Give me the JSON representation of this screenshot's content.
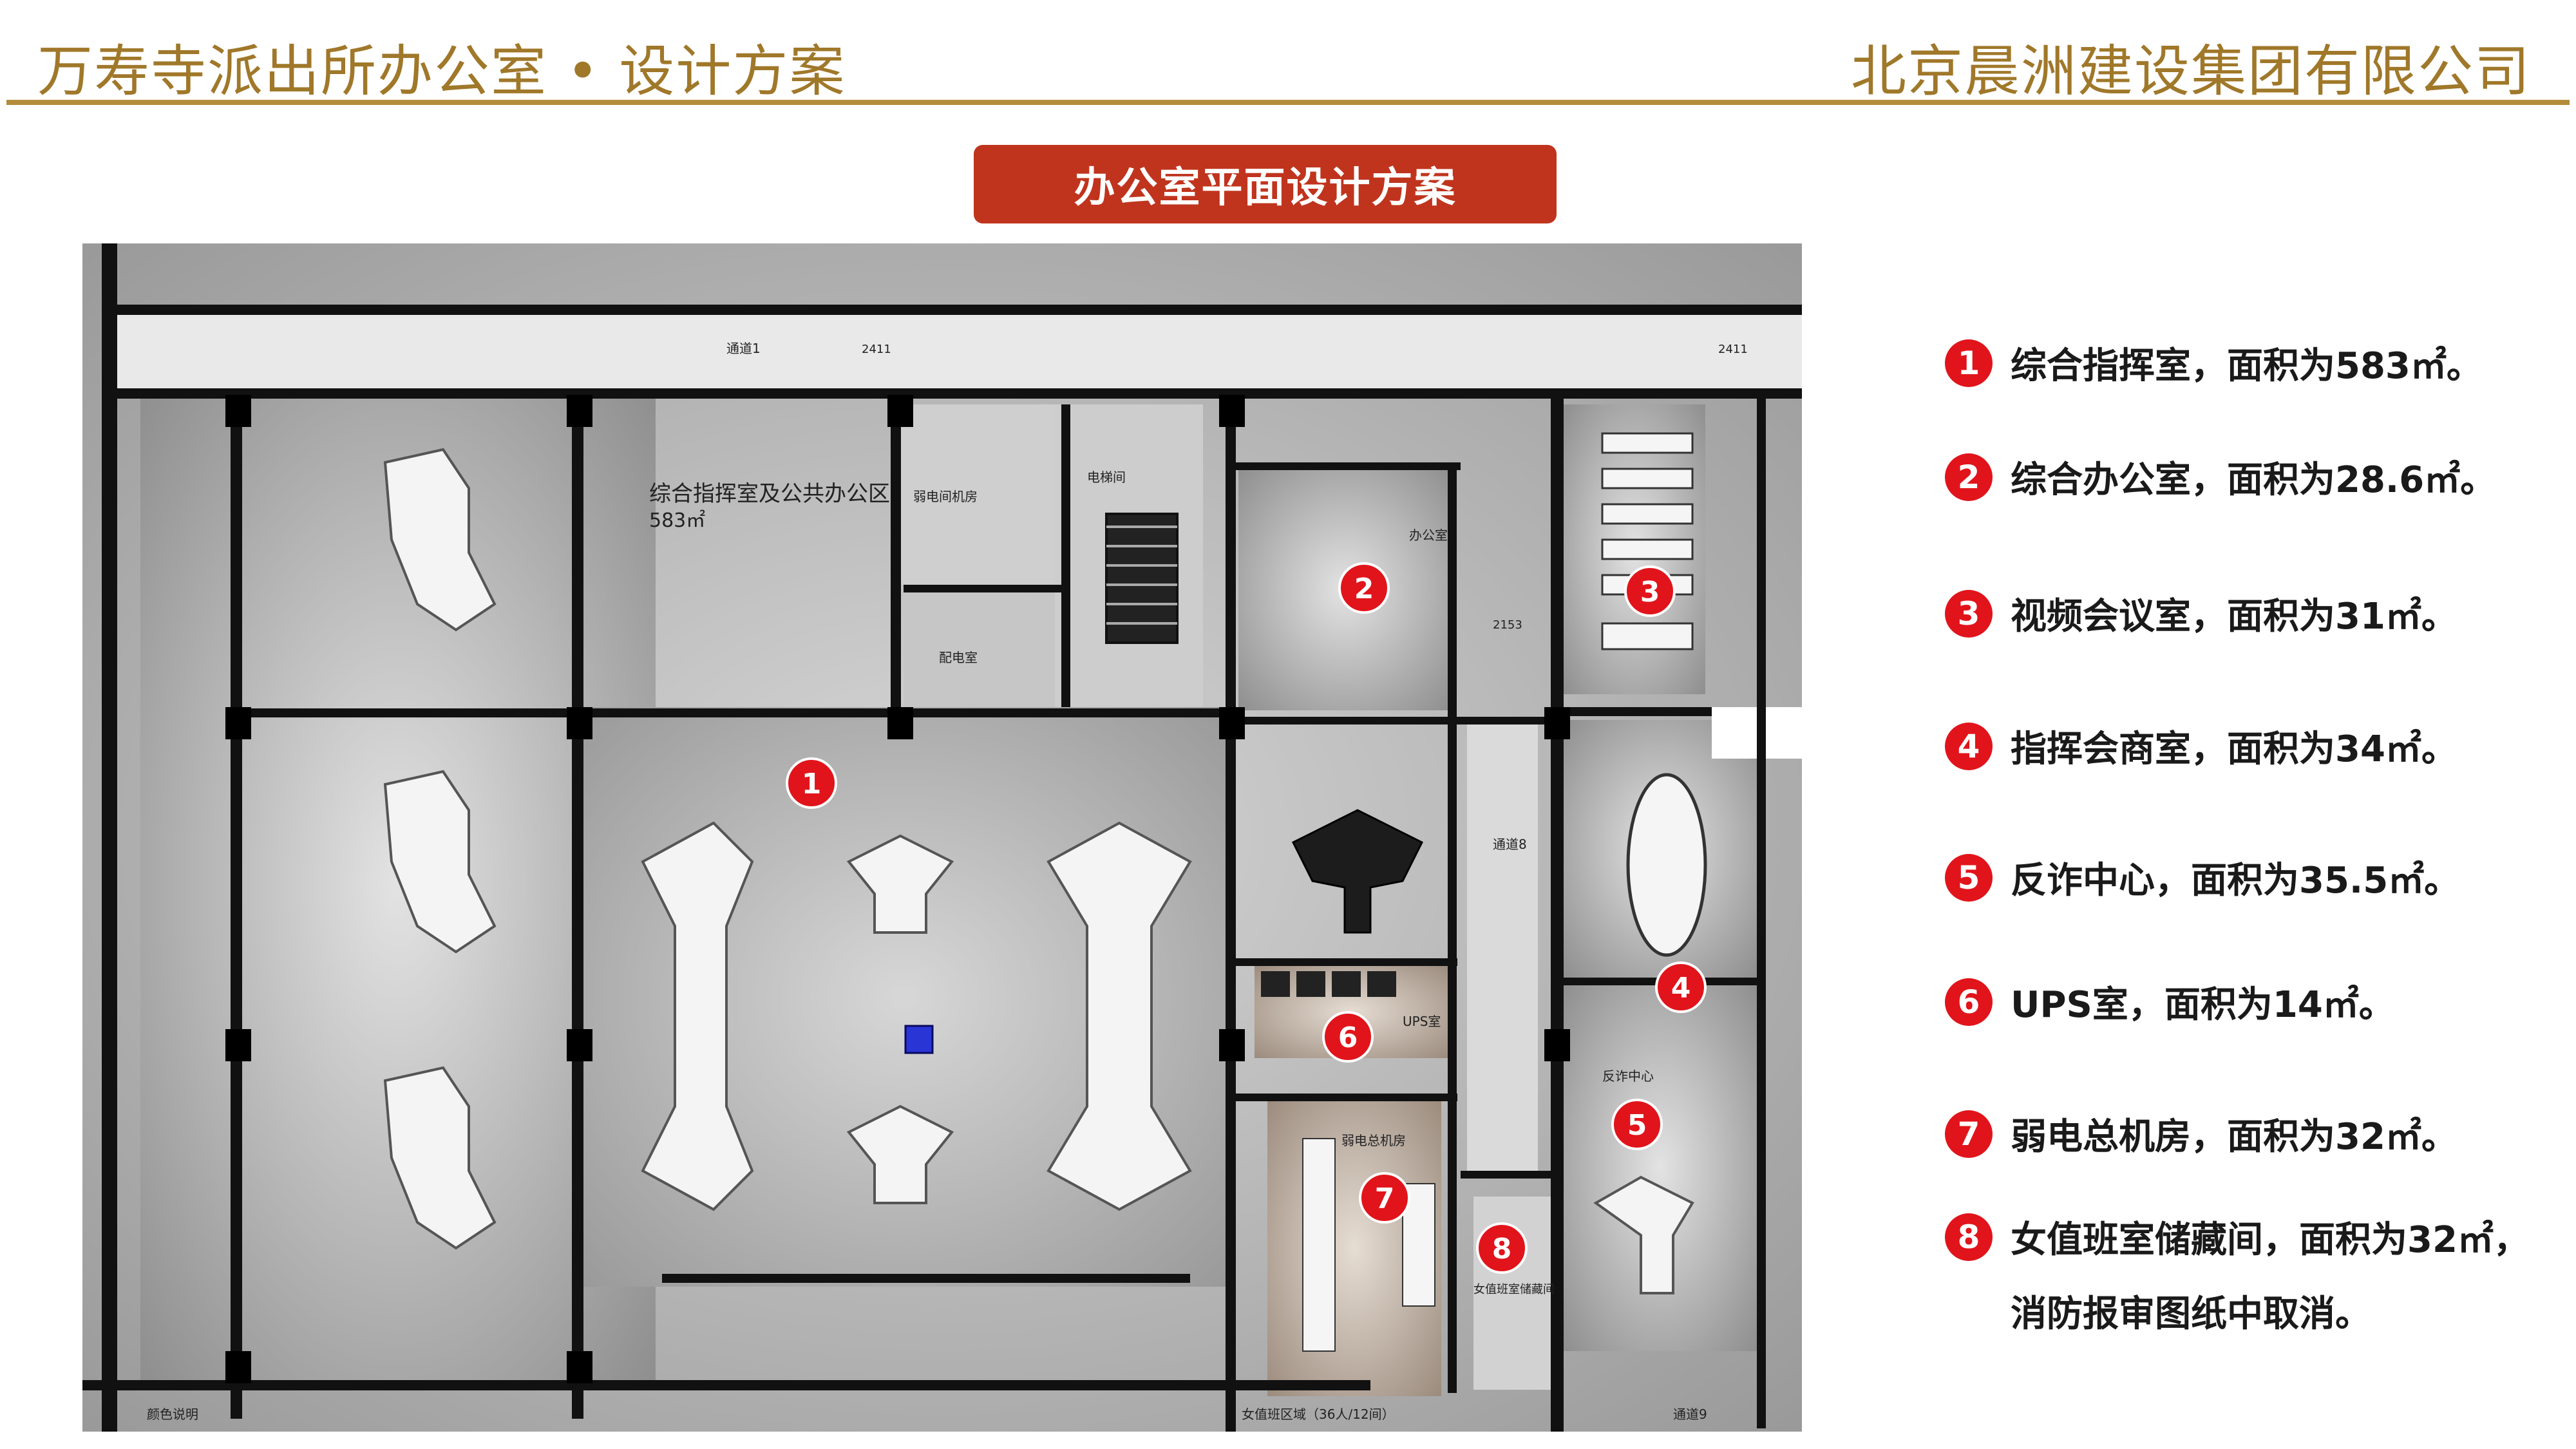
{
  "header": {
    "left_title": "万寿寺派出所办公室 • 设计方案",
    "right_title": "北京晨洲建设集团有限公司"
  },
  "section_title": "办公室平面设计方案",
  "plan_labels": {
    "main_area": "综合指挥室及公共办公区",
    "main_area_size": "583㎡",
    "corridor_1": "通道1",
    "corridor_8": "通道8",
    "corridor_9": "通道9",
    "dim_2411_a": "2411",
    "dim_2411_b": "2411",
    "dim_2153": "2153",
    "room_weak_current": "弱电间机房",
    "room_elevator": "电梯间",
    "room_power": "配电室",
    "room_office": "办公室",
    "room_ups": "UPS室",
    "room_weak_main": "弱电总机房",
    "room_anti_fraud": "反诈中心",
    "room_storage": "女值班室储藏间",
    "seating_area": "女值班区域（36人/12间）",
    "legend_name": "颜色说明"
  },
  "markers": [
    "1",
    "2",
    "3",
    "4",
    "5",
    "6",
    "7",
    "8"
  ],
  "legend": [
    {
      "num": "1",
      "text": "综合指挥室，面积为583㎡。"
    },
    {
      "num": "2",
      "text": "综合办公室，面积为28.6㎡。"
    },
    {
      "num": "3",
      "text": "视频会议室，面积为31㎡。"
    },
    {
      "num": "4",
      "text": "指挥会商室，面积为34㎡。"
    },
    {
      "num": "5",
      "text": "反诈中心，面积为35.5㎡。"
    },
    {
      "num": "6",
      "text": "UPS室，面积为14㎡。"
    },
    {
      "num": "7",
      "text": "弱电总机房，面积为32㎡。"
    },
    {
      "num": "8",
      "text": "女值班室储藏间，面积为32㎡，"
    }
  ],
  "legend_continuation": "消防报审图纸中取消。",
  "colors": {
    "accent": "#c0341d",
    "gold": "#a0782a",
    "marker": "#e1141b"
  }
}
